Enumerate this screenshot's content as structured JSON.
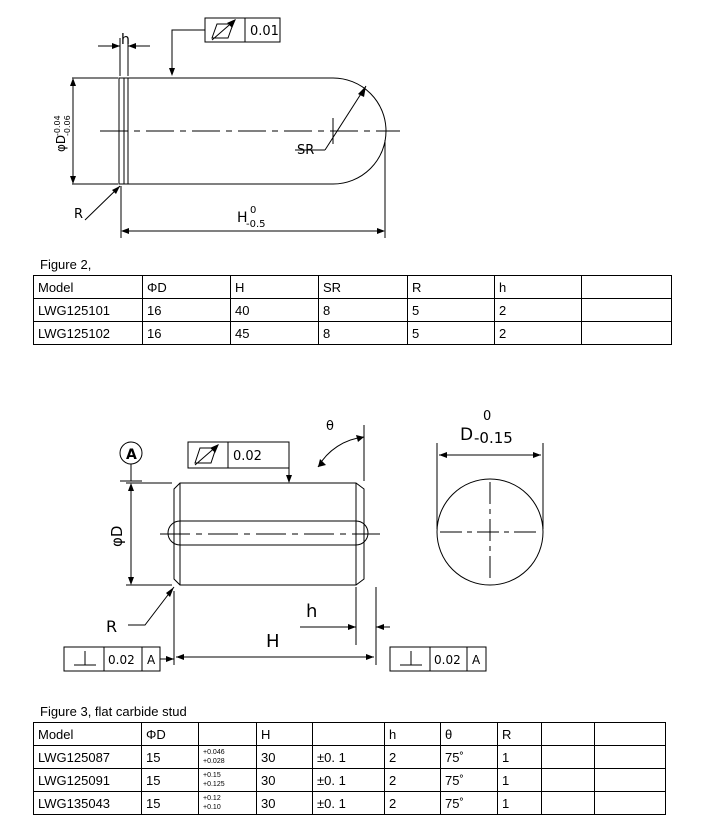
{
  "figure1": {
    "fcf_symbol": "runout-icon",
    "fcf_value": "0.01",
    "dim_h_small": "h",
    "dim_diameter": "φD",
    "dim_diameter_tol_upper": "-0.04",
    "dim_diameter_tol_lower": "-0.06",
    "dim_sr": "SR",
    "dim_r": "R",
    "dim_H": "H",
    "dim_H_tol_upper": "0",
    "dim_H_tol_lower": "-0.5"
  },
  "table1": {
    "caption": "Figure 2,",
    "headers": [
      "Model",
      "ΦD",
      "H",
      "SR",
      "R",
      "h",
      ""
    ],
    "rows": [
      [
        "LWG125101",
        "16",
        "40",
        "8",
        "5",
        "2",
        ""
      ],
      [
        "LWG125102",
        "16",
        "45",
        "8",
        "5",
        "2",
        ""
      ]
    ]
  },
  "figure2": {
    "datum_label": "A",
    "fcf_runout_value": "0.02",
    "theta": "θ",
    "dim_D": "D",
    "dim_D_tol_upper": "0",
    "dim_D_tol_lower": "-0.15",
    "dim_phiD": "φD",
    "dim_R": "R",
    "dim_h": "h",
    "dim_H": "H",
    "fcf_left_value": "0.02",
    "fcf_left_datum": "A",
    "fcf_right_value": "0.02",
    "fcf_right_datum": "A"
  },
  "table2": {
    "caption": "Figure 3, flat carbide stud",
    "headers": [
      "Model",
      "ΦD",
      "",
      "H",
      "",
      "h",
      "θ",
      "R",
      "",
      ""
    ],
    "rows": [
      {
        "model": "LWG125087",
        "d": "15",
        "tol_up": "+0.046",
        "tol_lo": "+0.028",
        "h_big": "30",
        "h_tol": "±0. 1",
        "h": "2",
        "theta": "75˚",
        "r": "1"
      },
      {
        "model": "LWG125091",
        "d": "15",
        "tol_up": "+0.15",
        "tol_lo": "+0.125",
        "h_big": "30",
        "h_tol": "±0. 1",
        "h": "2",
        "theta": "75˚",
        "r": "1"
      },
      {
        "model": "LWG135043",
        "d": "15",
        "tol_up": "+0.12",
        "tol_lo": "+0.10",
        "h_big": "30",
        "h_tol": "±0. 1",
        "h": "2",
        "theta": "75˚",
        "r": "1"
      }
    ]
  }
}
